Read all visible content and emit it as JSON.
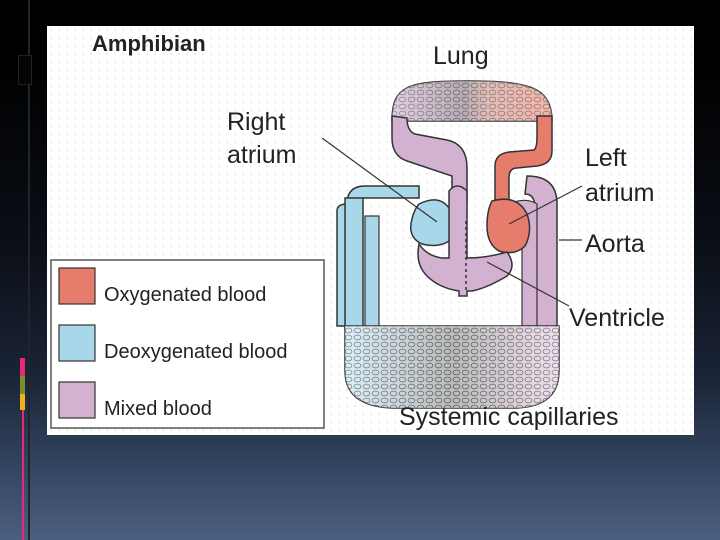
{
  "title": "Amphibian",
  "labels": {
    "lung": "Lung",
    "right_atrium_1": "Right",
    "right_atrium_2": "atrium",
    "left_atrium_1": "Left",
    "left_atrium_2": "atrium",
    "aorta": "Aorta",
    "ventricle": "Ventricle",
    "capillaries": "Systemic capillaries"
  },
  "legend": [
    {
      "label": "Oxygenated blood",
      "color": "#e57c6c"
    },
    {
      "label": "Deoxygenated blood",
      "color": "#a9d7ea"
    },
    {
      "label": "Mixed blood",
      "color": "#d3b1d1"
    }
  ],
  "colors": {
    "oxygenated": "#e57c6c",
    "deoxygenated": "#a9d7ea",
    "mixed": "#d3b1d1",
    "outline": "#333333"
  }
}
